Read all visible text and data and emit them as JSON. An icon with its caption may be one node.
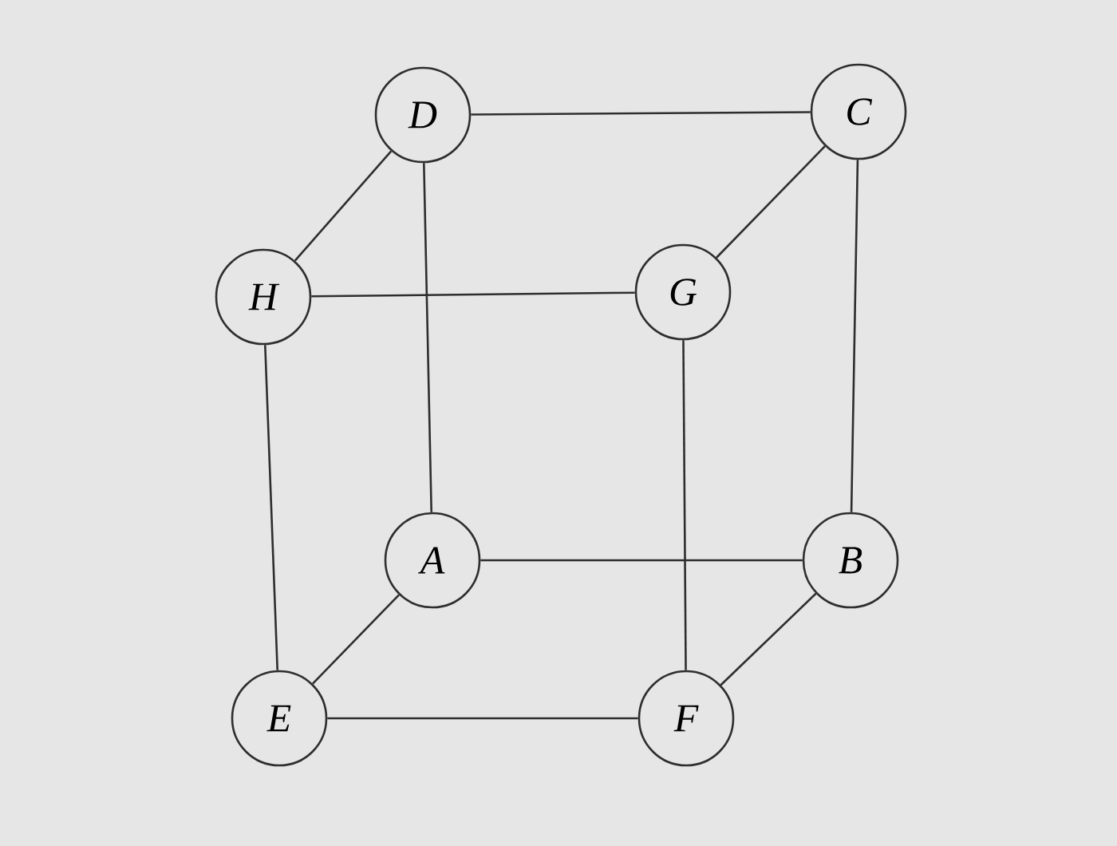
{
  "diagram": {
    "nodes": [
      {
        "text": [
          "D"
        ]
      },
      {
        "text": [
          "C"
        ]
      },
      {
        "text": [
          "H"
        ]
      },
      {
        "text": [
          "G"
        ]
      },
      {
        "text": [
          "A"
        ]
      },
      {
        "text": [
          "B"
        ]
      },
      {
        "text": [
          "E"
        ]
      },
      {
        "text": [
          "F"
        ]
      }
    ],
    "edges": [
      {
        "from": 0,
        "to": 1,
        "arrow": "none"
      },
      {
        "from": 0,
        "to": 2,
        "arrow": "none"
      },
      {
        "from": 0,
        "to": 4,
        "arrow": "none"
      },
      {
        "from": 1,
        "to": 3,
        "arrow": "none"
      },
      {
        "from": 1,
        "to": 5,
        "arrow": "none"
      },
      {
        "from": 2,
        "to": 3,
        "arrow": "none"
      },
      {
        "from": 2,
        "to": 6,
        "arrow": "none"
      },
      {
        "from": 3,
        "to": 7,
        "arrow": "none"
      },
      {
        "from": 4,
        "to": 5,
        "arrow": "none"
      },
      {
        "from": 4,
        "to": 6,
        "arrow": "none"
      },
      {
        "from": 5,
        "to": 7,
        "arrow": "none"
      },
      {
        "from": 6,
        "to": 7,
        "arrow": "none"
      }
    ]
  }
}
